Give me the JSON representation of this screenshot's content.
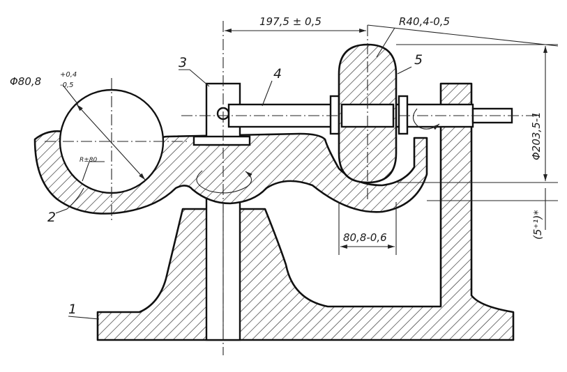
{
  "labels": {
    "part_1": "1",
    "part_2": "2",
    "part_3": "3",
    "part_4": "4",
    "part_5": "5"
  },
  "dimensions": {
    "center_distance": "197,5 ± 0,5",
    "ball_diameter_main": "Φ80,8",
    "ball_diameter_upper": "+0,4",
    "ball_diameter_lower": "-0,5",
    "radius_roller": "R40,4-0,5",
    "radius_cup": "R±80",
    "roller_width": "80,8-0,6",
    "roller_diameter": "Φ203,5-1",
    "gap": "(5⁺¹)*"
  }
}
